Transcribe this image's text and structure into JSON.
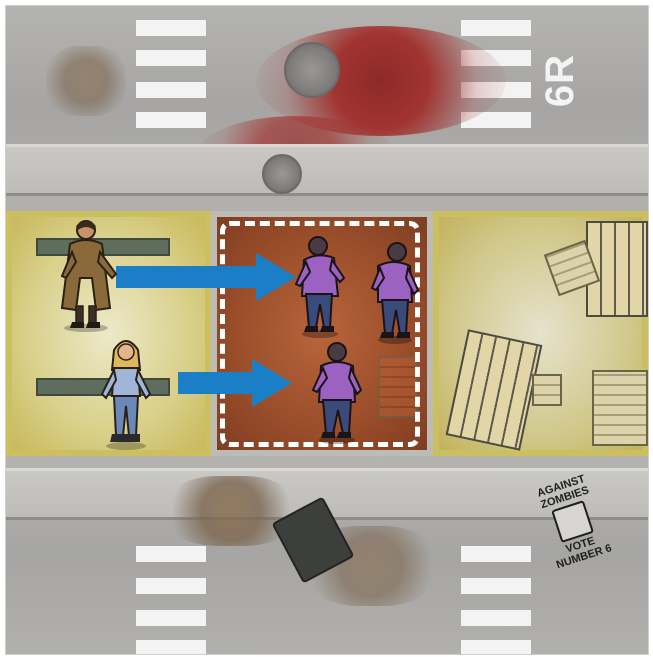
{
  "tile": {
    "label": "6R"
  },
  "poster": {
    "lines": [
      "AGAINST",
      "ZOMBIES",
      "VOTE",
      "NUMBER 6"
    ]
  },
  "figures": {
    "survivors": [
      "survivor-trenchcoat",
      "survivor-blonde"
    ],
    "zombies": [
      "zombie-walker-1",
      "zombie-walker-2",
      "zombie-walker-3"
    ]
  },
  "colors": {
    "arrow": "#1a7fc6",
    "zone_highlight": "#ffffff",
    "zombie_jacket": "#9b62c2",
    "warehouse_floor": "#d9d08a",
    "center_floor": "#9c4f2b"
  },
  "movement": [
    {
      "from": "survivor-trenchcoat",
      "to": "center-room"
    },
    {
      "from": "survivor-blonde",
      "to": "center-room"
    }
  ]
}
